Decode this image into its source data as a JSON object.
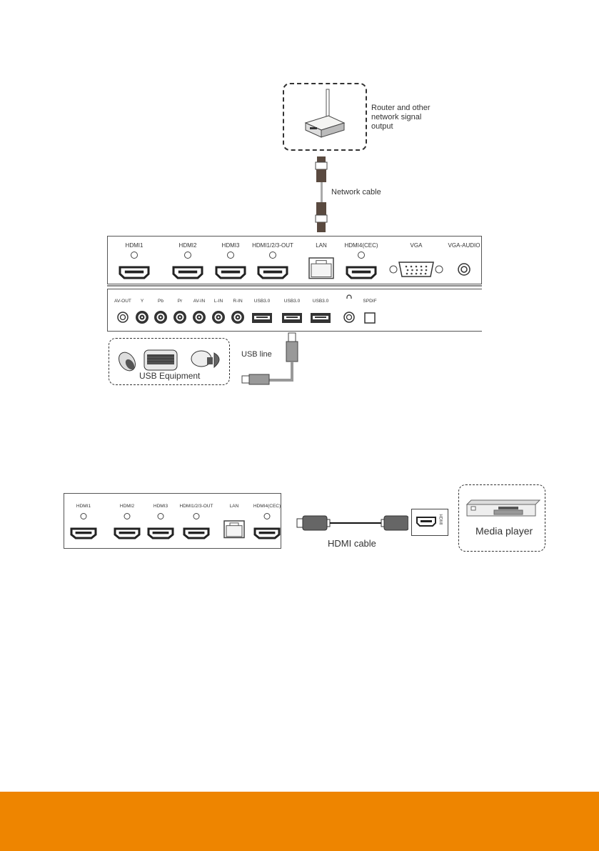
{
  "diagram1": {
    "router_label": "Router and other network signal output",
    "router_label_lines": [
      "Router and other",
      "network signal",
      "output"
    ],
    "network_cable_label": "Network cable",
    "top_panel_ports": [
      {
        "label": "HDMI1",
        "type": "hdmi",
        "led": true
      },
      {
        "label": "HDMI2",
        "type": "hdmi",
        "led": true
      },
      {
        "label": "HDMI3",
        "type": "hdmi",
        "led": true
      },
      {
        "label": "HDMI1/2/3-OUT",
        "type": "hdmi",
        "led": true
      },
      {
        "label": "LAN",
        "type": "rj45",
        "led": false
      },
      {
        "label": "HDMI4(CEC)",
        "type": "hdmi",
        "led": true
      },
      {
        "label": "VGA",
        "type": "vga",
        "led": false
      },
      {
        "label": "VGA-AUDIO",
        "type": "audio-jack",
        "led": false
      }
    ],
    "bottom_panel_ports": [
      {
        "label": "AV-OUT",
        "type": "audio-jack"
      },
      {
        "label": "Y",
        "type": "rca"
      },
      {
        "label": "Pb",
        "type": "rca"
      },
      {
        "label": "Pr",
        "type": "rca"
      },
      {
        "label": "AV-IN",
        "type": "rca"
      },
      {
        "label": "L-IN",
        "type": "rca"
      },
      {
        "label": "R-IN",
        "type": "rca"
      },
      {
        "label": "USB3.0",
        "type": "usb"
      },
      {
        "label": "USB3.0",
        "type": "usb"
      },
      {
        "label": "USB3.0",
        "type": "usb"
      },
      {
        "label": "headphone-icon",
        "type": "audio-jack"
      },
      {
        "label": "SPDIF",
        "type": "optical"
      }
    ],
    "usb_equipment_label": "USB Equipment",
    "usb_line_label": "USB line"
  },
  "diagram2": {
    "panel_ports": [
      {
        "label": "HDMI1",
        "type": "hdmi"
      },
      {
        "label": "HDMI2",
        "type": "hdmi"
      },
      {
        "label": "HDMI3",
        "type": "hdmi"
      },
      {
        "label": "HDMI1/2/3-OUT",
        "type": "hdmi"
      },
      {
        "label": "LAN",
        "type": "rj45"
      },
      {
        "label": "HDMI4(CEC)",
        "type": "hdmi"
      }
    ],
    "hdmi_cable_label": "HDMI cable",
    "device_port_label": "HDMI",
    "media_player_label": "Media player"
  },
  "footer": {
    "color": "#EE8500"
  }
}
